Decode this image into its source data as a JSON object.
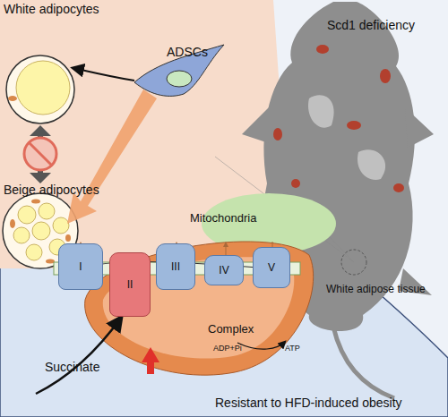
{
  "diagram": {
    "nodes": [
      {
        "text": [
          "I"
        ]
      },
      {
        "text": [
          "II"
        ]
      },
      {
        "text": [
          "III"
        ]
      },
      {
        "text": [
          "IV"
        ]
      },
      {
        "text": [
          "V"
        ]
      }
    ],
    "labels": [
      "White adipocytes",
      "ADSCs",
      "Scd1 deficiency",
      "Beige adipocytes",
      "Mitochondria",
      "Complex",
      "ADP+Pi",
      "ATP",
      "White adipose tissue",
      "Succinate",
      "Resistant to HFD-induced obesity"
    ]
  }
}
